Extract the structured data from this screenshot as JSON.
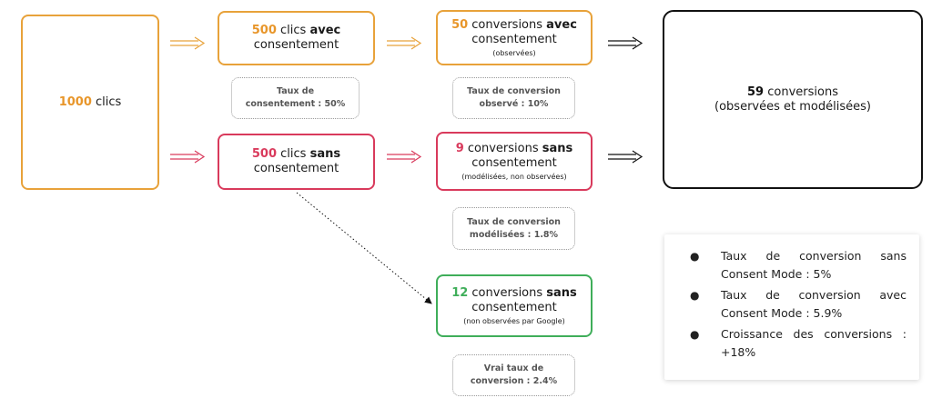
{
  "total": {
    "num": "1000",
    "text": " clics"
  },
  "consent": {
    "num": "500",
    "t1": " clics ",
    "bold": "avec",
    "line2": "consentement"
  },
  "noconsent": {
    "num": "500",
    "t1": " clics ",
    "bold": "sans",
    "line2": "consentement"
  },
  "conv_consent": {
    "num": "50",
    "t1": " conversions ",
    "bold": "avec",
    "line2": "consentement",
    "note": "(observées)"
  },
  "conv_modeled": {
    "num": "9",
    "t1": " conversions ",
    "bold": "sans",
    "line2": "consentement",
    "note": "(modélisées, non observées)"
  },
  "conv_real": {
    "num": "12",
    "t1": " conversions ",
    "bold": "sans",
    "line2": "consentement",
    "note": "(non observées par Google)"
  },
  "total_conv": {
    "num": "59",
    "t1": " conversions",
    "line2": "(observées et modélisées)"
  },
  "rate_consent": {
    "l1": "Taux de",
    "l2": "consentement : 50%"
  },
  "rate_observed": {
    "l1": "Taux de conversion",
    "l2": "observé : 10%"
  },
  "rate_modeled": {
    "l1": "Taux de conversion",
    "l2": "modélisées : 1.8%"
  },
  "rate_true": {
    "l1": "Vrai taux de",
    "l2": "conversion : 2.4%"
  },
  "summary": {
    "bullet": "●",
    "items": [
      "Taux de conversion sans Consent Mode : 5%",
      "Taux de conversion avec Consent Mode : 5.9%",
      "Croissance des conversions : +18%"
    ]
  },
  "colors": {
    "orange": "#e8a23a",
    "red": "#d93a5c",
    "green": "#3fae5a",
    "black": "#111111"
  }
}
